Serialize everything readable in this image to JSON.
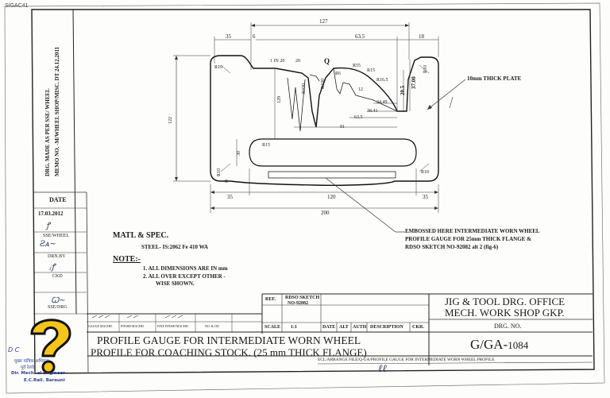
{
  "corner_mark": "SIGAC41",
  "side_note": {
    "line1": "DRG. MADE AS PER SSE/ WHEEL",
    "line2": "MEMO NO. -M/WHEEL SHOP/MISC. DT 24.12.2011"
  },
  "dimensions": {
    "d127": "127",
    "d35top": "35",
    "d6": "6",
    "d635top": "63.5",
    "d18": "18",
    "r10tl": "R10",
    "d1in20": "1 IN 20",
    "d20": "20",
    "r100": "R100",
    "r330": "R330",
    "d129": "129",
    "d12": "12",
    "r6": "R6",
    "r55": "R55",
    "r15a": "R15",
    "r165": "R16.5",
    "d20_5": "20.5",
    "d37": "37.00",
    "r10tr": "R10",
    "d3449": "34.49",
    "d3841": "38.41",
    "d635mid": "63.5",
    "d91": "91",
    "d122": "122",
    "d30": "30",
    "r15b": "R15",
    "r10bl": "R10",
    "r10br": "R10",
    "rletter": "R",
    "d35bot": "35",
    "d120": "120",
    "d35bot2": "35",
    "d200": "200",
    "q": "Q"
  },
  "callout_plate": "10mm THICK PLATE",
  "callout_embossed": {
    "line1": "EMBOSSED HERE INTERMEDIATE WORN WHEEL",
    "line2": "PROFILE GAUGE FOR 25mm THICK FLANGE &",
    "line3": "RDSO SKETCH NO-92082 alt 2 (fig-6)"
  },
  "matl_heading": "MATL & SPEC.",
  "matl_value": "STEEL- IS:2062 Fe 410 WA",
  "notes_heading": "NOTE:-",
  "note1": "1. ALL DIMENSIONS ARE IN mm",
  "note2a": "2. ALL OVER EXCEPT OTHER -",
  "note2b": "WISE SHOWN.",
  "revision": {
    "date_label": "DATE",
    "date_value": "17.03.2012",
    "roles": [
      "SSE/WHEEL",
      "DRN.BY",
      "CKD",
      "SSE/DRG"
    ]
  },
  "title_block": {
    "ref_label": "REF.",
    "rdso_label": "RDSO SKETCH",
    "rdso_no": "NO-92082",
    "scale_label": "SCALE",
    "scale_value": "1:1",
    "date_label": "DATE",
    "alt_label": "ALT",
    "auth_label": "AUTH",
    "desc_label": "DESCRIPTION",
    "ckd_label": "CKR.",
    "small_cols": [
      "GAUGE MACHD.",
      "FINISH MACHD.",
      "FINE FINISH MACHD.",
      "NO. & OD"
    ],
    "office1": "JIG & TOOL DRG. OFFICE",
    "office2": "MECH. WORK SHOP GKP.",
    "drg_no_label": "DRG. NO.",
    "title_line1": "PROFILE GAUGE FOR INTERMEDIATE WORN WHEEL",
    "title_line2": "PROFILE FOR COACHING STOCK. (25 mm THICK FLANGE)",
    "drg_no_prefix": "G/GA-",
    "drg_no_num": "1084",
    "file_line": "ECL/ARRANGE FILE/Q-GA/PROFILE GAUGE FOR INTERMEDIATE WORN WHEEL PROFILE"
  },
  "stamp": {
    "line1": "D C",
    "line2": "मुख्य यांत्रिक अभियंता",
    "line3": "पूर्व रेलवे",
    "line4": "Dir. Mech.  al Engineer",
    "line5": "E.C.Rail. Barauni"
  }
}
